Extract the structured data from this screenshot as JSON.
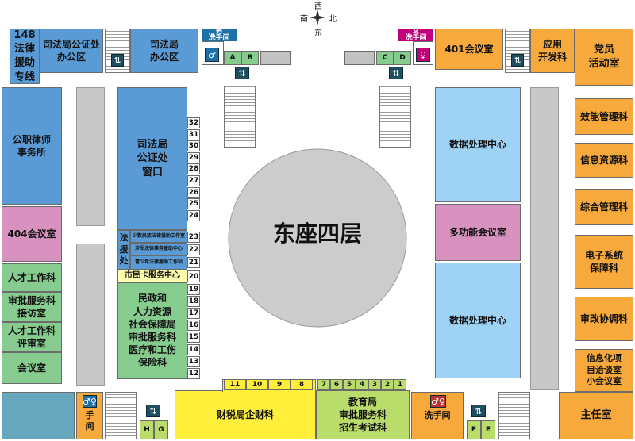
{
  "map": {
    "floor_title": "东座四层",
    "compass": {
      "north": "北",
      "south": "南",
      "east": "东",
      "west": "西"
    },
    "rooms": {
      "r148": "148\n法律\n援助\n专线",
      "sifa_office_area": "司法局公证处\n办公区",
      "sifa_office": "司法局\n办公区",
      "lawyer_office": "公职律师\n事务所",
      "room404": "404会议室",
      "talent_section": "人才工作科",
      "approval_reception": "审批服务科\n接访室",
      "talent_review": "人才工作科\n评审室",
      "meeting_room": "会议室",
      "sifa_window": "司法局\n公证处\n窗口",
      "legal_aid_vert": "法\n援\n处",
      "legal_aid_1": "少数民族法律援助工作室",
      "legal_aid_2": "涉军法律事务援助中心",
      "legal_aid_3": "青少年法律援助工作站",
      "citizen_card": "市民卡服务中心",
      "civil_affairs": "民政和\n人力资源\n社会保障局\n审批服务科\n医疗和工伤\n保险科",
      "tax_bureau": "财税局企财科",
      "education": "教育局\n审批服务科\n招生考试科",
      "room401": "401会议室",
      "app_dev": "应用\n开发科",
      "party_room": "党员\n活动室",
      "efficiency": "效能管理科",
      "info_resource": "信息资源科",
      "integrated": "综合管理科",
      "e_system": "电子系统\n保障科",
      "approval_coord": "审改协调科",
      "it_project": "信息化项\n目洽谈室\n小会议室",
      "director": "主任室",
      "data_center_top": "数据处理中心",
      "multi_meeting": "多功能会议室",
      "data_center_bottom": "数据处理中心"
    },
    "restrooms": {
      "male": "男\n洗手间",
      "female": "女\n洗手间",
      "bottom_left": "洗\n手\n间",
      "bottom_right": "洗手间"
    },
    "door_letters": [
      "A",
      "B",
      "C",
      "D",
      "E",
      "F",
      "G",
      "H"
    ],
    "window_numbers_left": [
      "32",
      "31",
      "30",
      "29",
      "28",
      "27",
      "26",
      "25",
      "24",
      "23",
      "22",
      "21",
      "20",
      "19",
      "18",
      "17",
      "16",
      "15",
      "14",
      "13",
      "12"
    ],
    "window_numbers_tax": [
      "11",
      "10",
      "9",
      "8"
    ],
    "window_numbers_edu": [
      "7",
      "6",
      "5",
      "4",
      "3",
      "2",
      "1"
    ],
    "colors": {
      "blue": "#5b9bd5",
      "light_blue": "#9fd3f5",
      "orange": "#f7a93b",
      "green": "#86cc8f",
      "pink": "#d892bf",
      "yellow": "#ffef3a",
      "yellow_green": "#b9dc6a",
      "atrium": "#cccccc"
    }
  }
}
